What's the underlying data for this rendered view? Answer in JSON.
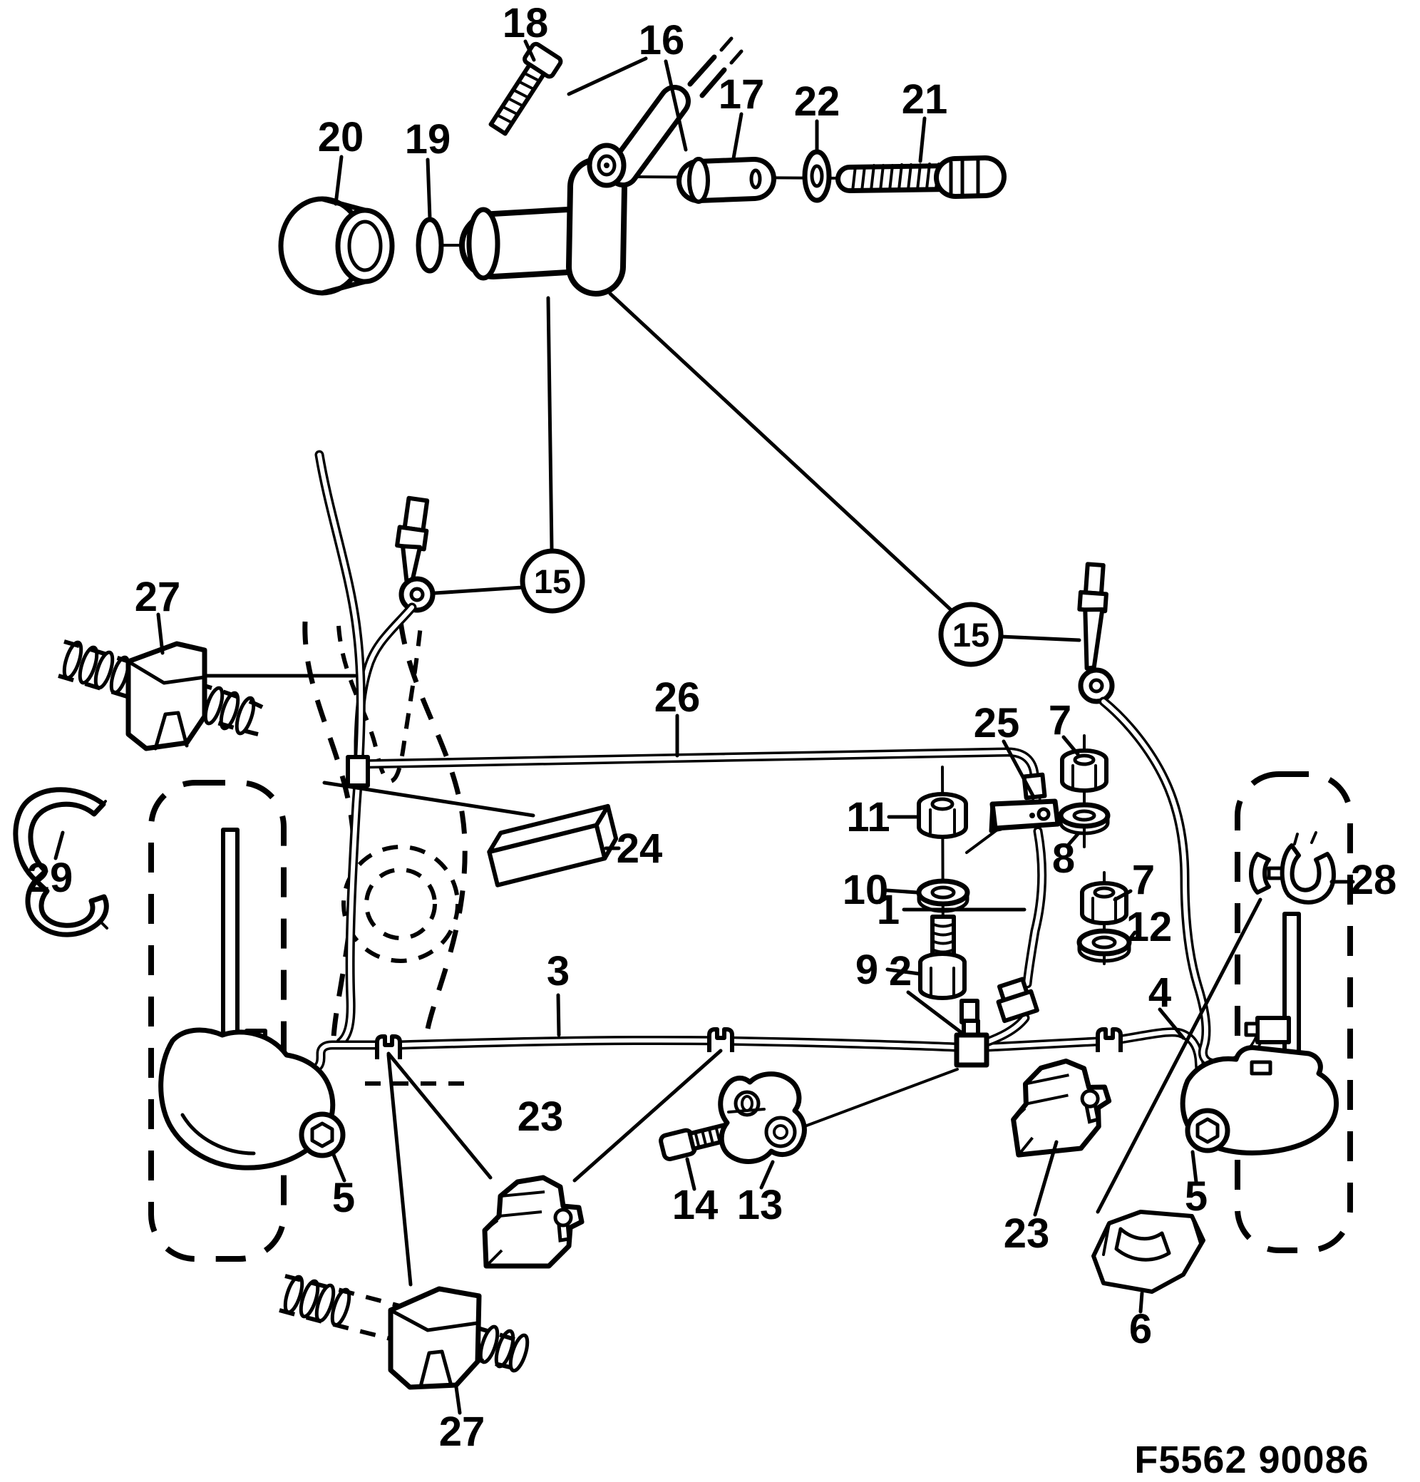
{
  "figure": {
    "code": "F5562 90086",
    "background": "#ffffff",
    "line_color": "#000000",
    "description_type": "exploded-parts-diagram"
  },
  "callouts": {
    "c1": {
      "text": "1"
    },
    "c2": {
      "text": "2"
    },
    "c3": {
      "text": "3"
    },
    "c4": {
      "text": "4"
    },
    "c5_left": {
      "text": "5"
    },
    "c5_right": {
      "text": "5"
    },
    "c6": {
      "text": "6"
    },
    "c7_upper": {
      "text": "7"
    },
    "c7_lower": {
      "text": "7"
    },
    "c8": {
      "text": "8"
    },
    "c9": {
      "text": "9"
    },
    "c10": {
      "text": "10"
    },
    "c11": {
      "text": "11"
    },
    "c12": {
      "text": "12"
    },
    "c13": {
      "text": "13"
    },
    "c14": {
      "text": "14"
    },
    "c15_left": {
      "text": "15"
    },
    "c15_right": {
      "text": "15"
    },
    "c16": {
      "text": "16"
    },
    "c17": {
      "text": "17"
    },
    "c18": {
      "text": "18"
    },
    "c19": {
      "text": "19"
    },
    "c20": {
      "text": "20"
    },
    "c21": {
      "text": "21"
    },
    "c22": {
      "text": "22"
    },
    "c23_left": {
      "text": "23"
    },
    "c23_right": {
      "text": "23"
    },
    "c24": {
      "text": "24"
    },
    "c25": {
      "text": "25"
    },
    "c26": {
      "text": "26"
    },
    "c27_top": {
      "text": "27"
    },
    "c27_bottom": {
      "text": "27"
    },
    "c28": {
      "text": "28"
    },
    "c29": {
      "text": "29"
    }
  }
}
